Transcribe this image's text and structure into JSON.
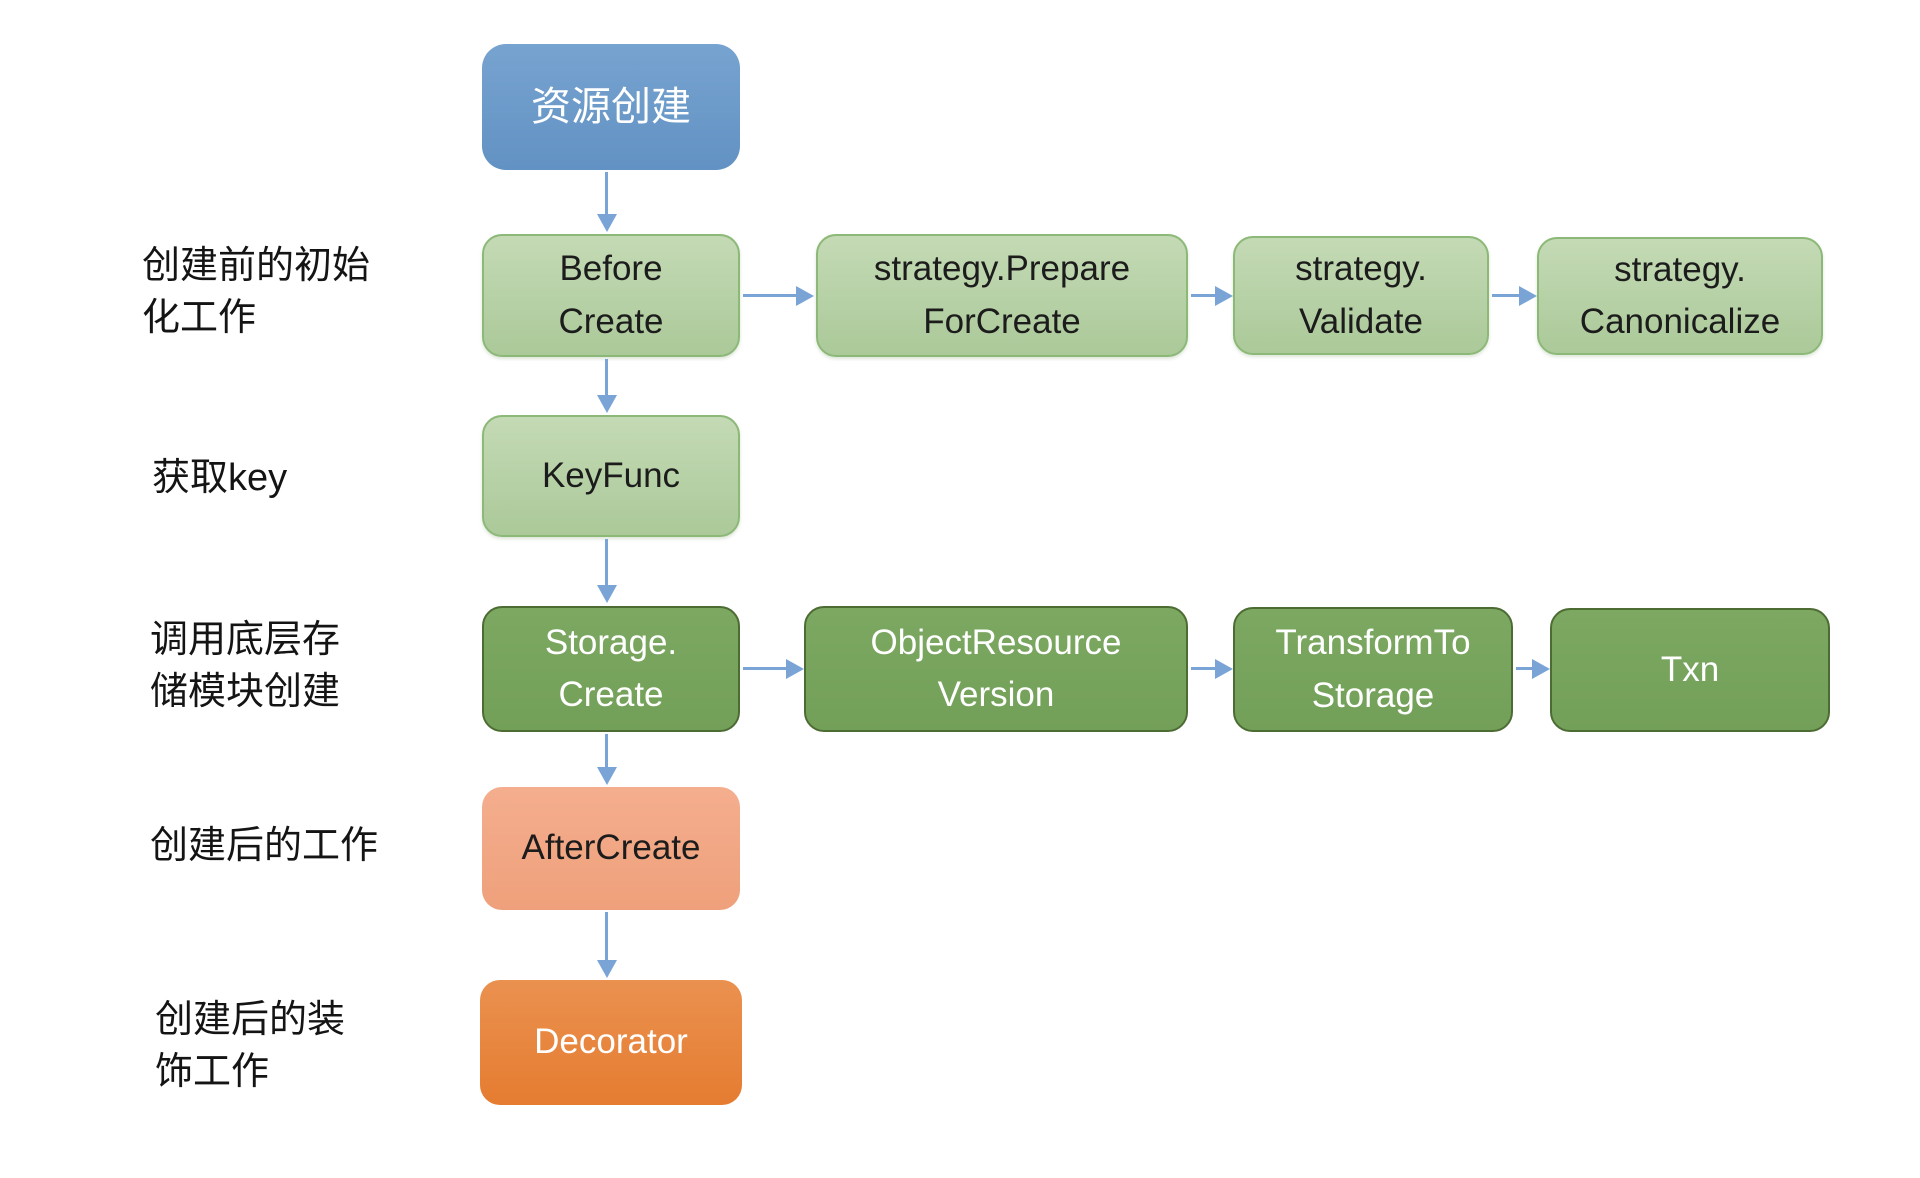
{
  "nodes": {
    "start": "资源创建",
    "before_create": "Before\nCreate",
    "prepare_for_create": "strategy.Prepare\nForCreate",
    "validate": "strategy.\nValidate",
    "canonicalize": "strategy.\nCanonicalize",
    "keyfunc": "KeyFunc",
    "storage_create": "Storage.\nCreate",
    "object_resource_version": "ObjectResource\nVersion",
    "transform_to_storage": "TransformTo\nStorage",
    "txn": "Txn",
    "after_create": "AfterCreate",
    "decorator": "Decorator"
  },
  "side_labels": {
    "pre_create_init": "创建前的初始\n化工作",
    "get_key": "获取key",
    "call_storage": "调用底层存\n储模块创建",
    "post_create": "创建后的工作",
    "post_decorate": "创建后的装\n饰工作"
  },
  "colors": {
    "start_fill": "#6f9ac9",
    "light_green_fill": "#b7d1a6",
    "light_green_border": "#8cb878",
    "dark_green_fill": "#77a45e",
    "dark_green_border": "#4d6c34",
    "salmon_fill": "#f1a483",
    "orange_fill": "#e8833e",
    "arrow": "#7ba4d6",
    "text_dark": "#1c1c1c",
    "text_light": "#ffffff"
  }
}
